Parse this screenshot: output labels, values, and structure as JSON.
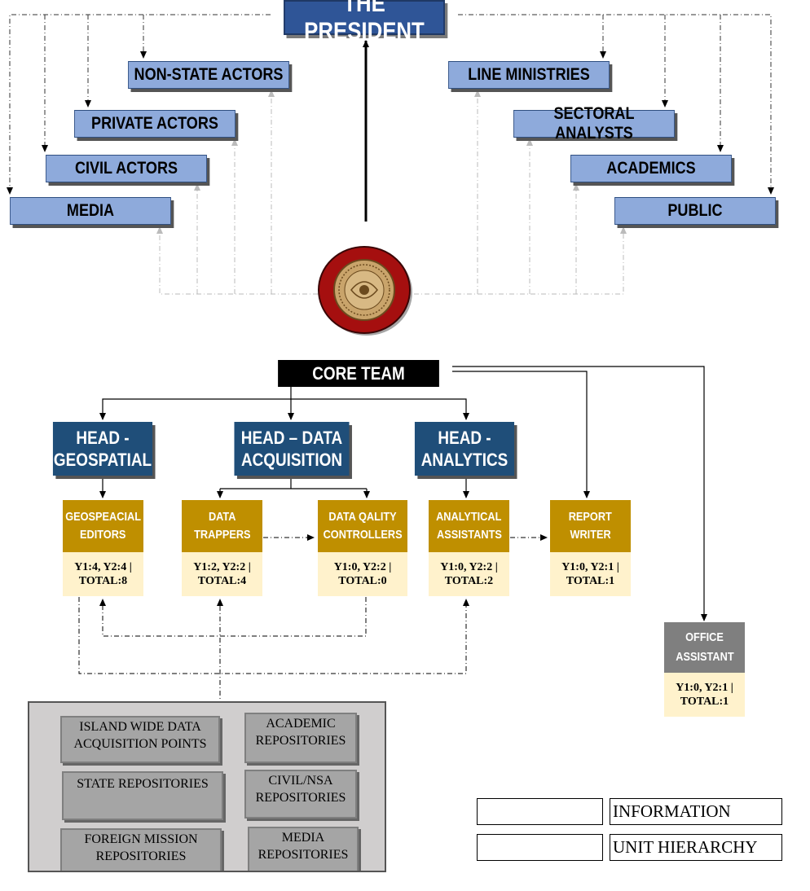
{
  "president": "THE PRESIDENT",
  "stakeholders_left": [
    "NON-STATE ACTORS",
    "PRIVATE ACTORS",
    "CIVIL ACTORS",
    "MEDIA"
  ],
  "stakeholders_right": [
    "LINE MINISTRIES",
    "SECTORAL ANALYSTS",
    "ACADEMICS",
    "PUBLIC"
  ],
  "emblem": "seal-emblem",
  "core_team": "CORE TEAM",
  "heads": [
    {
      "line1": "HEAD -",
      "line2": "GEOSPATIAL"
    },
    {
      "line1": "HEAD – DATA",
      "line2": "ACQUISITION"
    },
    {
      "line1": "HEAD -",
      "line2": "ANALYTICS"
    }
  ],
  "units": [
    {
      "line1": "GEOSPEACIAL",
      "line2": "EDITORS",
      "count1": "Y1:4, Y2:4 |",
      "count2": "TOTAL:8"
    },
    {
      "line1": "DATA",
      "line2": "TRAPPERS",
      "count1": "Y1:2, Y2:2 |",
      "count2": "TOTAL:4"
    },
    {
      "line1": "DATA QALITY",
      "line2": "CONTROLLERS",
      "count1": "Y1:0, Y2:2 |",
      "count2": "TOTAL:0"
    },
    {
      "line1": "ANALYTICAL",
      "line2": "ASSISTANTS",
      "count1": "Y1:0, Y2:2 |",
      "count2": "TOTAL:2"
    },
    {
      "line1": "REPORT",
      "line2": "WRITER",
      "count1": "Y1:0, Y2:1 |",
      "count2": "TOTAL:1"
    },
    {
      "line1": "OFFICE",
      "line2": "ASSISTANT",
      "count1": "Y1:0, Y2:1 |",
      "count2": "TOTAL:1"
    }
  ],
  "sources": {
    "island_wide": "ISLAND WIDE DATA ACQUISITION POINTS",
    "state": "STATE REPOSITORIES",
    "foreign": "FOREIGN MISSION REPOSITORIES",
    "academic": "ACADEMIC REPOSITORIES",
    "civil": "CIVIL/NSA REPOSITORIES",
    "media": "MEDIA REPOSITORIES"
  },
  "legend": {
    "information": "INFORMATION",
    "hierarchy": "UNIT HIERARCHY"
  },
  "colors": {
    "president": "#2f5597",
    "stakeholder": "#8eaadb",
    "head": "#1f4e79",
    "unit": "#bf8f00",
    "count_bg": "#fff2cc",
    "office": "#7f7f7f",
    "emblem_ring": "#a50f0f"
  }
}
